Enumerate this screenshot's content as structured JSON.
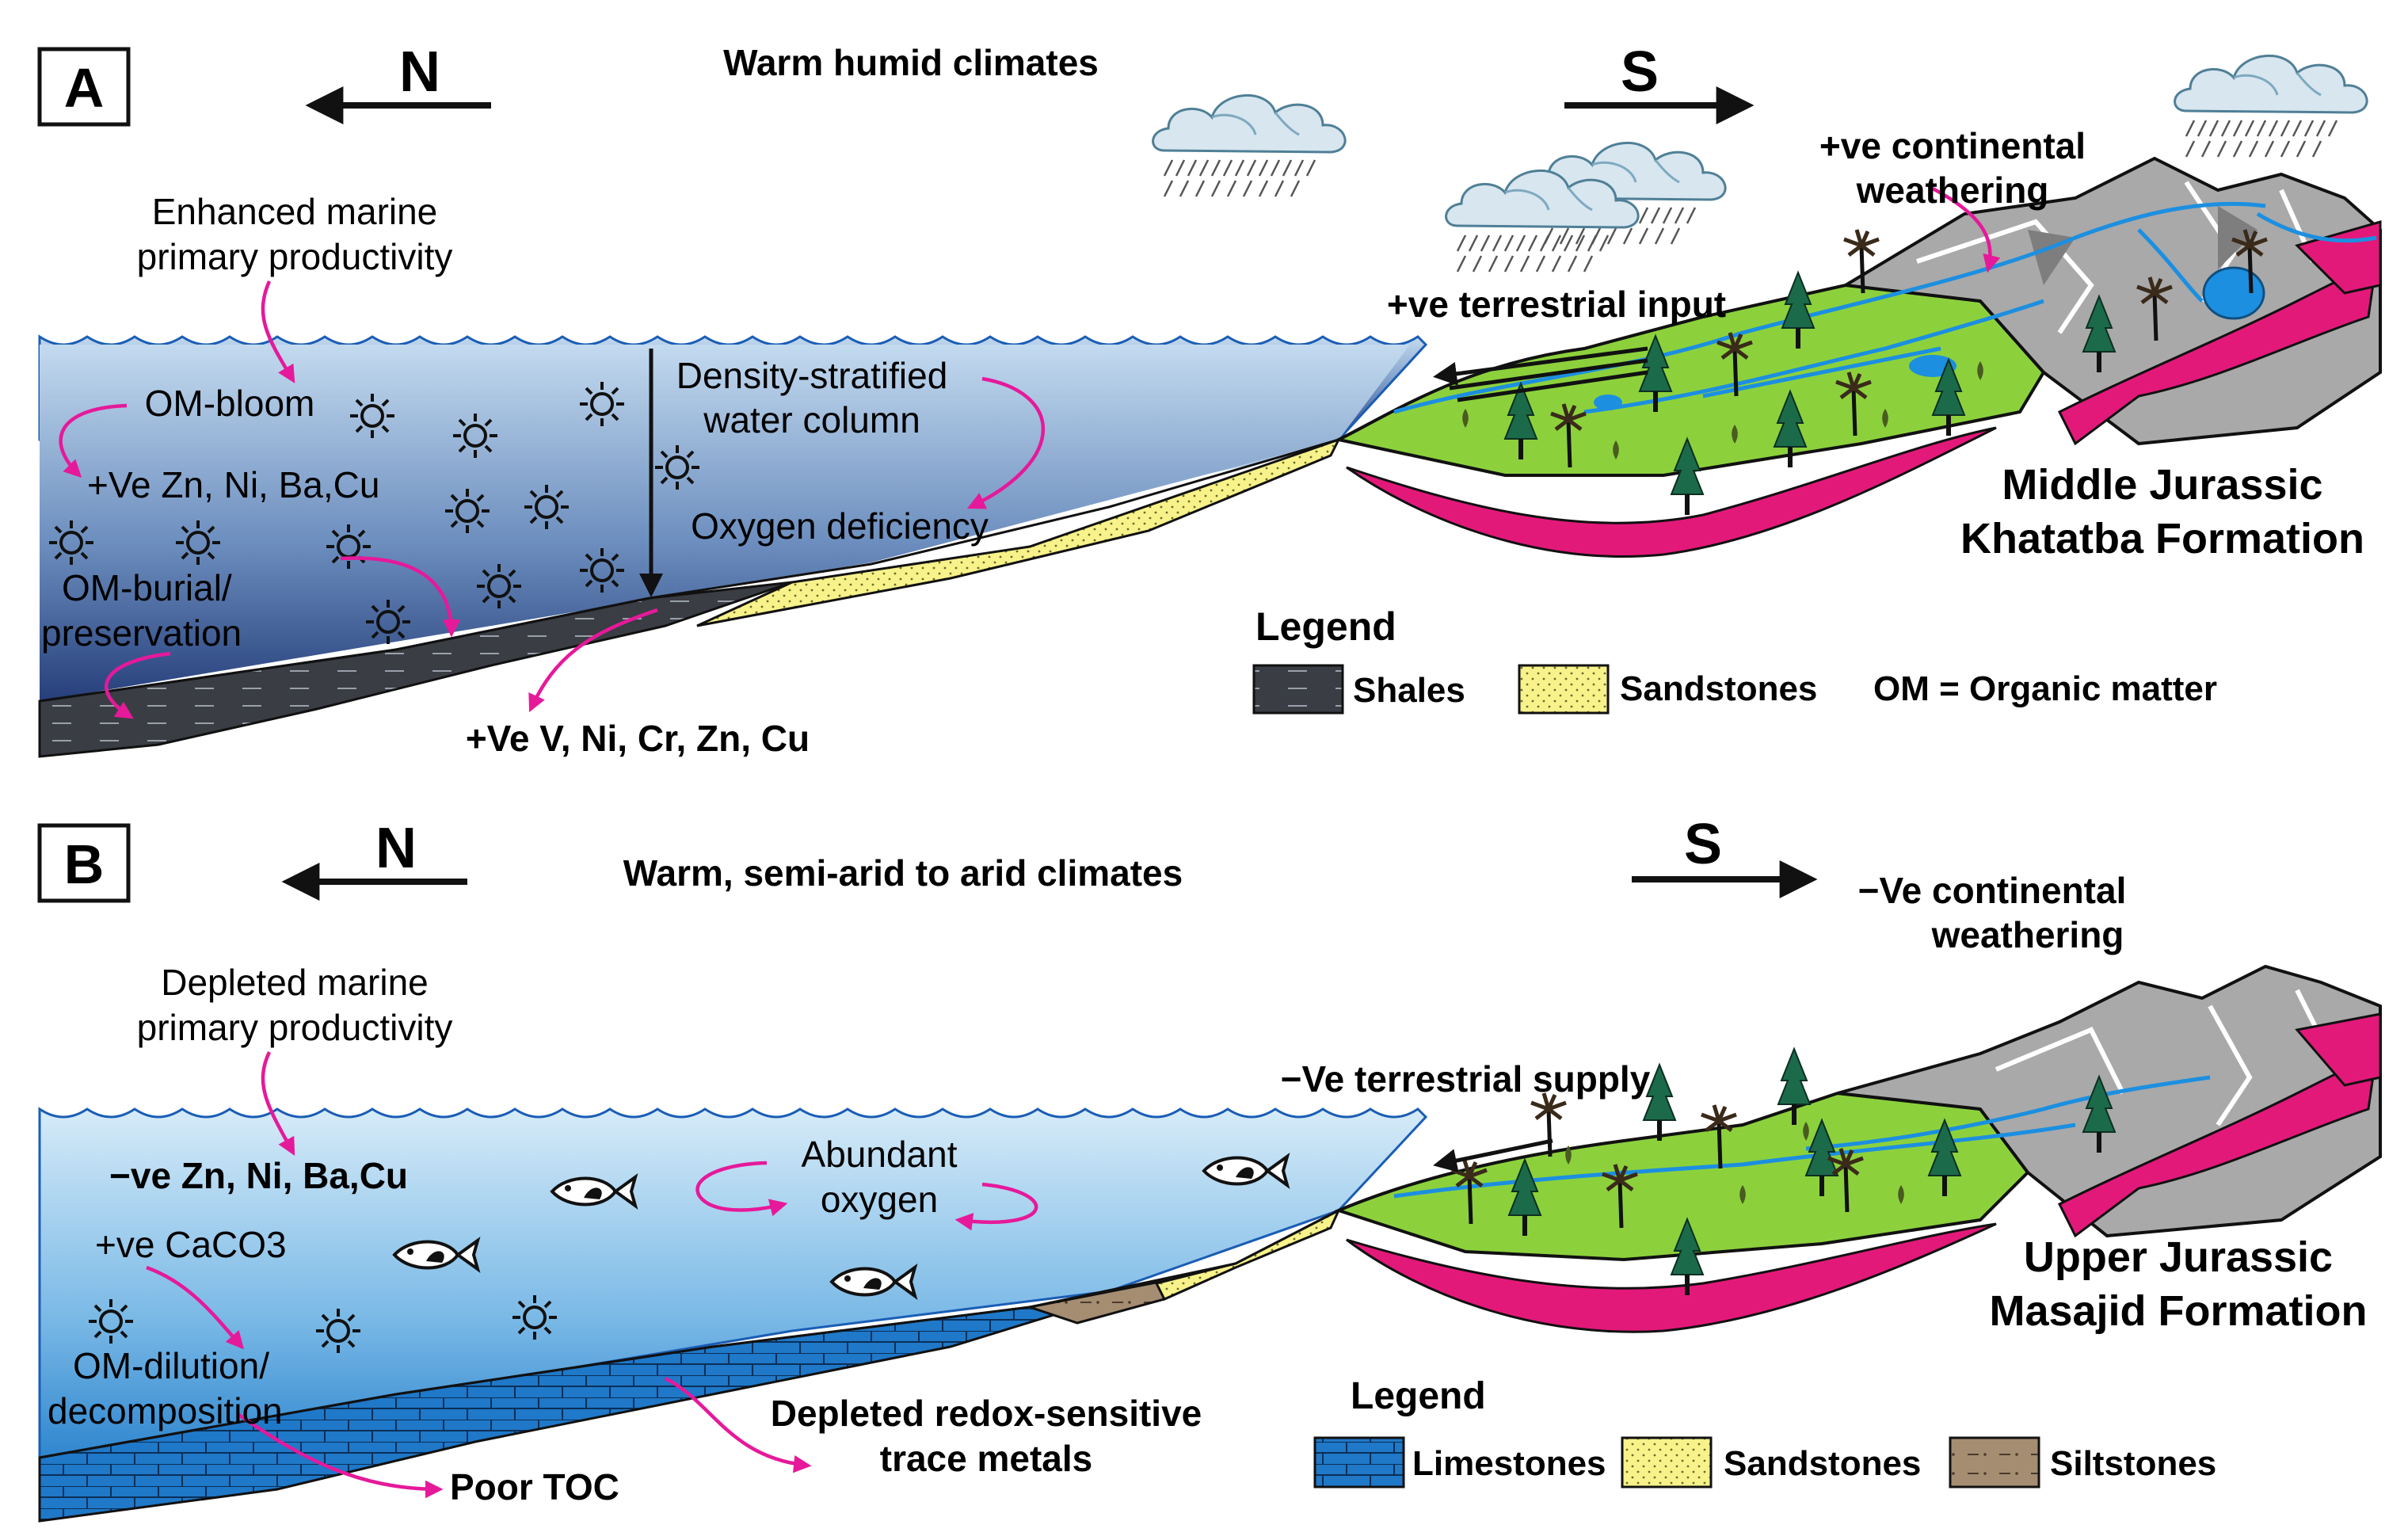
{
  "panel_a": {
    "label": "A",
    "north": "N",
    "south": "S",
    "climate": "Warm humid climates",
    "productivity": [
      "Enhanced marine",
      "primary productivity"
    ],
    "om_bloom": "OM-bloom",
    "ve_zn": "+Ve Zn, Ni, Ba,Cu",
    "om_burial": [
      "OM-burial/",
      "preservation"
    ],
    "density": [
      "Density-stratified",
      "water column"
    ],
    "oxygen": "Oxygen deficiency",
    "ve_v": "+Ve V, Ni, Cr, Zn, Cu",
    "terrestrial": "+ve terrestrial input",
    "continental": [
      "+ve continental",
      "weathering"
    ],
    "formation": [
      "Middle Jurassic",
      "Khatatba Formation"
    ],
    "legend_title": "Legend",
    "legend": [
      "Shales",
      "Sandstones",
      "OM = Organic matter"
    ]
  },
  "panel_b": {
    "label": "B",
    "north": "N",
    "south": "S",
    "climate": "Warm, semi-arid to arid climates",
    "productivity": [
      "Depleted marine",
      "primary productivity"
    ],
    "ve_zn": "−ve Zn, Ni, Ba,Cu",
    "caco3": "+ve CaCO3",
    "om_dilution": [
      "OM-dilution/",
      "decomposition"
    ],
    "abundant": [
      "Abundant",
      "oxygen"
    ],
    "poor_toc": "Poor TOC",
    "depleted": [
      "Depleted redox-sensitive",
      "trace metals"
    ],
    "terrestrial": "−Ve terrestrial supply",
    "continental": [
      "−Ve continental",
      "weathering"
    ],
    "formation": [
      "Upper Jurassic",
      "Masajid Formation"
    ],
    "legend_title": "Legend",
    "legend": [
      "Limestones",
      "Sandstones",
      "Siltstones"
    ]
  },
  "colors": {
    "water_a_top": "#b8d4ee",
    "water_a_bottom": "#2c4a86",
    "water_b_top": "#cfe6f7",
    "water_b_bottom": "#3a8fd6",
    "shale": "#3a3d44",
    "sandstone": "#f7f28a",
    "limestone": "#1f78c8",
    "siltstone": "#a58d72",
    "land": "#8cd13c",
    "magenta": "#e3197a",
    "arrow": "#e6199a",
    "river": "#1c8fe0",
    "mountain": "#a6a6a6"
  }
}
